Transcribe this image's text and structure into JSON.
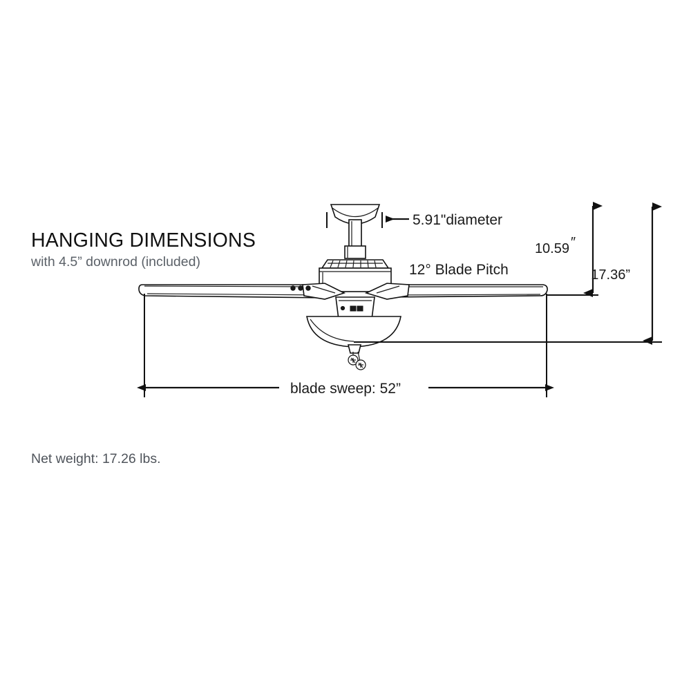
{
  "heading": {
    "title": "HANGING DIMENSIONS",
    "subtitle": "with 4.5” downrod (included)"
  },
  "callouts": {
    "canopy_diameter": "5.91\"diameter",
    "blade_pitch": "12° Blade Pitch",
    "blade_sweep": "blade sweep: 52”",
    "height_to_blades": "10.59",
    "height_to_blades_unit": "″",
    "total_height": "17.36”"
  },
  "footer": {
    "net_weight": "Net weight: 17.26 lbs."
  },
  "colors": {
    "line": "#111111",
    "title_text": "#111111",
    "subtitle_text": "#5b6168",
    "weight_text": "#4f545b",
    "background": "#ffffff"
  },
  "product": {
    "type": "ceiling-fan-elevation-drawing",
    "downrod_length_in": 4.5,
    "canopy_diameter_in": 5.91,
    "blade_pitch_deg": 12,
    "blade_sweep_in": 52,
    "height_to_blades_in": 10.59,
    "overall_height_in": 17.36,
    "net_weight_lbs": 17.26
  }
}
